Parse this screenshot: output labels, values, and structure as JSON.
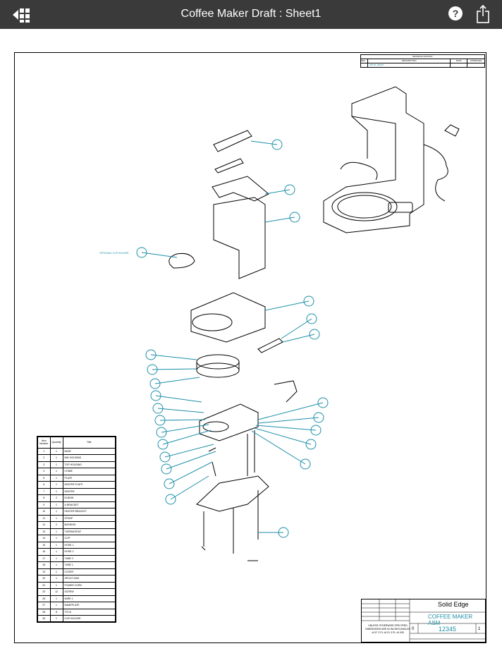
{
  "header": {
    "title": "Coffee Maker Draft : Sheet1",
    "help_label": "?"
  },
  "sheet": {
    "optional_label": "OPTIONAL CUP HOLDER",
    "revision_header": "REVISION HISTORY",
    "rev_cols": [
      "REV",
      "DESCRIPTION",
      "DATE",
      "APPROVED"
    ],
    "rev_row": [
      "",
      "INITIAL DRAFT",
      "",
      ""
    ],
    "bom_headers": [
      "Item Number",
      "Quantity",
      "Title"
    ],
    "bom": [
      [
        "1",
        "1",
        "BASE"
      ],
      [
        "2",
        "1",
        "MID HOUSING"
      ],
      [
        "3",
        "1",
        "TOP HOUSING"
      ],
      [
        "4",
        "1",
        "CHIME"
      ],
      [
        "5",
        "1",
        "PLATE"
      ],
      [
        "6",
        "1",
        "HEATER PLATE"
      ],
      [
        "7",
        "1",
        "HEATER"
      ],
      [
        "8",
        "2",
        "ELBOW"
      ],
      [
        "9",
        "1",
        "U BRACKET"
      ],
      [
        "10",
        "1",
        "HEATER BRACKET"
      ],
      [
        "11",
        "1",
        "STRAP"
      ],
      [
        "12",
        "2",
        "BUSHING"
      ],
      [
        "13",
        "1",
        "THERMOSTAT"
      ],
      [
        "14",
        "1",
        "CLIP"
      ],
      [
        "15",
        "1",
        "HOSE 1"
      ],
      [
        "16",
        "1",
        "HOSE 2"
      ],
      [
        "17",
        "1",
        "TUBE 2"
      ],
      [
        "18",
        "1",
        "TUBE 1"
      ],
      [
        "19",
        "1",
        "COVER"
      ],
      [
        "20",
        "1",
        "SPOUT ASM"
      ],
      [
        "22",
        "1",
        "POWER CORD"
      ],
      [
        "23",
        "12",
        "SCREW"
      ],
      [
        "26",
        "1",
        "WIRE 1"
      ],
      [
        "27",
        "1",
        "NAMEPLATE"
      ],
      [
        "28",
        "8",
        "TITLE"
      ],
      [
        "30",
        "1",
        "CUP HOLDER"
      ]
    ],
    "title_block": {
      "company": "Solid Edge",
      "title": "COFFEE MAKER ASM",
      "dwg_no": "12345",
      "rev": "0",
      "sheet": "1",
      "note": "UNLESS OTHERWISE SPECIFIED DIMENSIONS ARE IN INCHES ANGLES ±0.5° 2 PL ±0.01 3 PL ±0.005"
    }
  },
  "colors": {
    "bar": "#3a3a3a",
    "accent": "#1c8fa8"
  }
}
